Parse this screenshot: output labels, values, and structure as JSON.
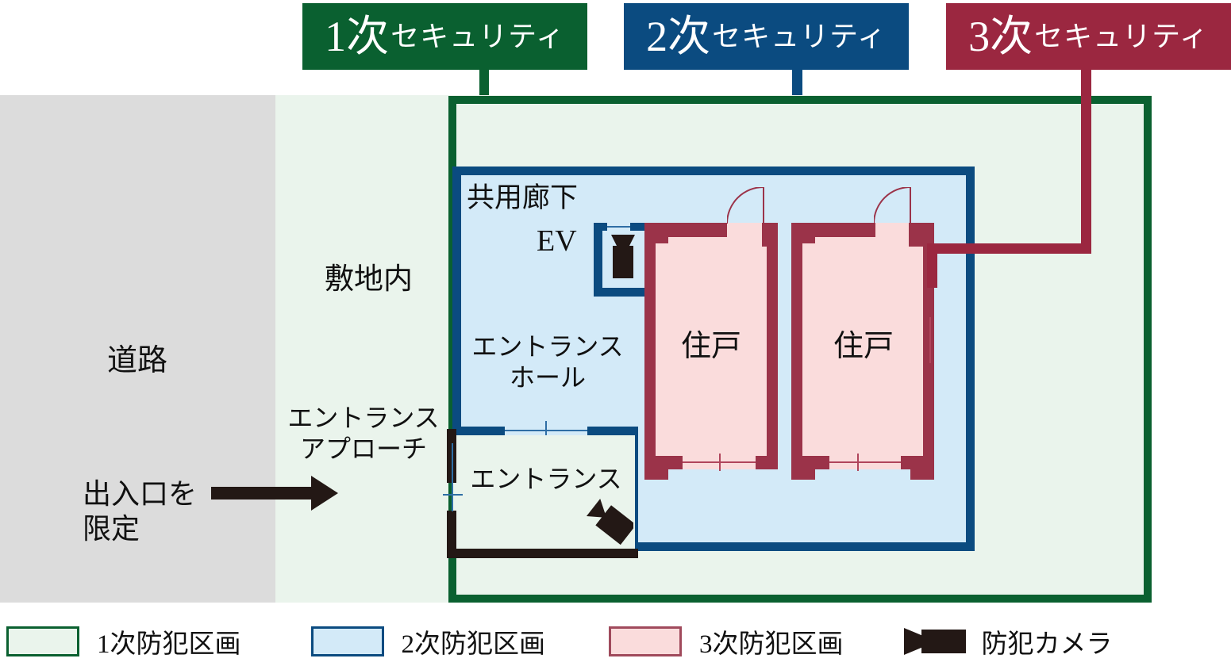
{
  "diagram": {
    "title_banners": [
      {
        "num": "1次",
        "kana": "セキュリティ",
        "color": "#0a6030",
        "name": "primary-security"
      },
      {
        "num": "2次",
        "kana": "セキュリティ",
        "color": "#0b4b80",
        "name": "secondary-security"
      },
      {
        "num": "3次",
        "kana": "セキュリティ",
        "color": "#9b2740",
        "name": "tertiary-security"
      }
    ],
    "plan_labels": {
      "road": "道路",
      "site": "敷地内",
      "entrance_approach": "エントランス\nアプローチ",
      "limited_access": "出入口を\n限定",
      "common_corridor": "共用廊下",
      "elevator": "EV",
      "entrance_hall": "エントランス\nホール",
      "entrance": "エントランス",
      "dwelling_unit_left": "住戸",
      "dwelling_unit_right": "住戸"
    },
    "legend": [
      {
        "label": "1次防犯区画",
        "swatch": "green",
        "fill": "#eaf4ec",
        "border": "#0a6030"
      },
      {
        "label": "2次防犯区画",
        "swatch": "blue",
        "fill": "#d3eaf8",
        "border": "#0b4b80"
      },
      {
        "label": "3次防犯区画",
        "swatch": "red",
        "fill": "#fadcdc",
        "border": "#a04a5c"
      },
      {
        "label": "防犯カメラ",
        "swatch": "camera",
        "fill": "#231815",
        "border": "#231815"
      }
    ],
    "colors": {
      "zone1_border": "#0a6030",
      "zone1_fill": "#eaf4ec",
      "zone2_border": "#0b4b80",
      "zone2_fill": "#d3eaf8",
      "zone3_border": "#9b2740",
      "zone3_fill": "#fadcdc",
      "road_fill": "#dcdcdc",
      "camera": "#231815"
    }
  }
}
